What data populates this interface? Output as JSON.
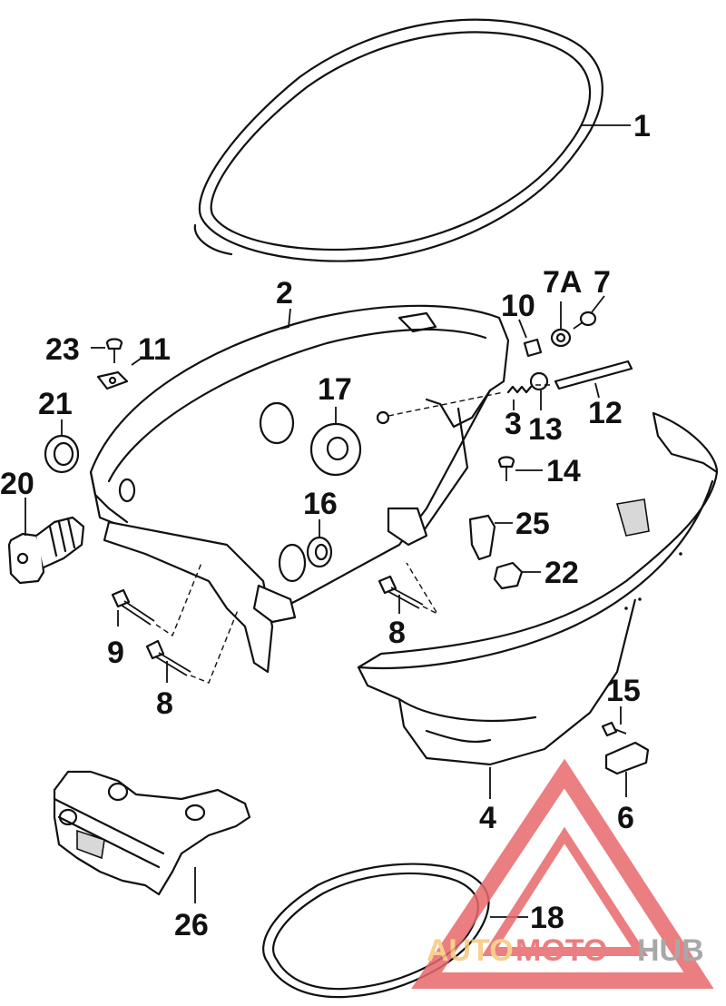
{
  "parts": [
    {
      "id": "1",
      "label": "1"
    },
    {
      "id": "2",
      "label": "2"
    },
    {
      "id": "3",
      "label": "3"
    },
    {
      "id": "4",
      "label": "4"
    },
    {
      "id": "6",
      "label": "6"
    },
    {
      "id": "7",
      "label": "7"
    },
    {
      "id": "7a",
      "label": "7A"
    },
    {
      "id": "8a",
      "label": "8"
    },
    {
      "id": "8b",
      "label": "8"
    },
    {
      "id": "9",
      "label": "9"
    },
    {
      "id": "10",
      "label": "10"
    },
    {
      "id": "11",
      "label": "11"
    },
    {
      "id": "12",
      "label": "12"
    },
    {
      "id": "13",
      "label": "13"
    },
    {
      "id": "14",
      "label": "14"
    },
    {
      "id": "15",
      "label": "15"
    },
    {
      "id": "16",
      "label": "16"
    },
    {
      "id": "17",
      "label": "17"
    },
    {
      "id": "18",
      "label": "18"
    },
    {
      "id": "20",
      "label": "20"
    },
    {
      "id": "21",
      "label": "21"
    },
    {
      "id": "22",
      "label": "22"
    },
    {
      "id": "23",
      "label": "23"
    },
    {
      "id": "25",
      "label": "25"
    },
    {
      "id": "26",
      "label": "26"
    }
  ],
  "watermark": {
    "part1": "AUTO",
    "part2": "MOTO",
    "part3": "HUB",
    "color_light": "#f7c77a",
    "color_red": "#e8686b",
    "color_gray": "#9a9a9a"
  }
}
